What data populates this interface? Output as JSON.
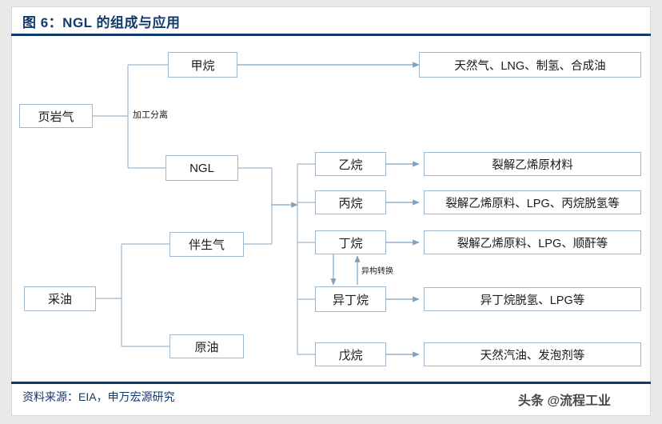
{
  "header": {
    "title": "图 6：NGL 的组成与应用"
  },
  "footer": {
    "source": "资料来源：EIA，申万宏源研究",
    "watermark": "头条 @流程工业"
  },
  "diagram": {
    "type": "flow-chart",
    "colors": {
      "title": "#123a6b",
      "rule": "#123a6b",
      "node_border": "#9fb6cc",
      "connector": "#7d9fc0",
      "node_fill": "#ffffff",
      "card_bg": "#ffffff",
      "page_bg": "#e9e9e9"
    },
    "sources": [
      {
        "id": "shale",
        "label": "页岩气"
      },
      {
        "id": "oil_production",
        "label": "采油"
      }
    ],
    "streams": [
      {
        "id": "methane",
        "label": "甲烷"
      },
      {
        "id": "ngl",
        "label": "NGL"
      },
      {
        "id": "associated_gas",
        "label": "伴生气"
      },
      {
        "id": "crude_oil",
        "label": "原油"
      }
    ],
    "components": [
      {
        "id": "ethane",
        "label": "乙烷"
      },
      {
        "id": "propane",
        "label": "丙烷"
      },
      {
        "id": "butane",
        "label": "丁烷"
      },
      {
        "id": "isobutane",
        "label": "异丁烷"
      },
      {
        "id": "pentane",
        "label": "戊烷"
      }
    ],
    "applications": [
      {
        "id": "app_methane",
        "label": "天然气、LNG、制氢、合成油"
      },
      {
        "id": "app_ethane",
        "label": "裂解乙烯原材料"
      },
      {
        "id": "app_propane",
        "label": "裂解乙烯原料、LPG、丙烷脱氢等"
      },
      {
        "id": "app_butane",
        "label": "裂解乙烯原料、LPG、顺酐等"
      },
      {
        "id": "app_isobutane",
        "label": "异丁烷脱氢、LPG等"
      },
      {
        "id": "app_pentane",
        "label": "天然汽油、发泡剂等"
      }
    ],
    "edge_labels": [
      {
        "id": "separation",
        "label": "加工分离"
      },
      {
        "id": "isomerization",
        "label": "异构转换"
      }
    ]
  }
}
